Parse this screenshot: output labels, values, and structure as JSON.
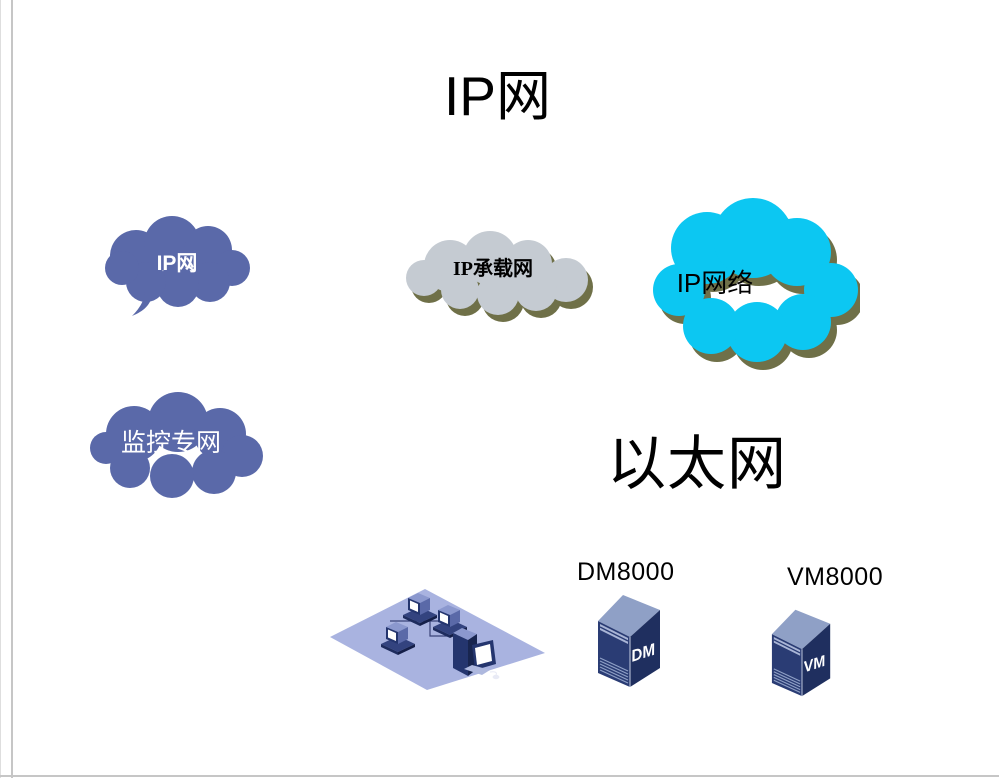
{
  "canvas": {
    "title": "IP网",
    "ethernet_label": "以太网"
  },
  "clouds": {
    "ip_bubble": {
      "label": "IP网",
      "fill": "#5a69a9"
    },
    "ip_bearer": {
      "label": "IP承载网",
      "fill": "#c5cbd2",
      "shadow": "#6f7048"
    },
    "ip_network": {
      "label": "IP网络",
      "fill": "#0cc7f2",
      "shadow": "#6f7048"
    },
    "surveillance": {
      "label": "监控专网",
      "fill": "#5a69a9"
    }
  },
  "servers": {
    "dm": {
      "caption": "DM8000",
      "badge": "DM"
    },
    "vm": {
      "caption": "VM8000",
      "badge": "VM"
    }
  },
  "colors": {
    "navy": "#24356e",
    "navy_dark": "#18254f",
    "face_light": "#8b98ce",
    "plane": "#a9b3e0"
  }
}
